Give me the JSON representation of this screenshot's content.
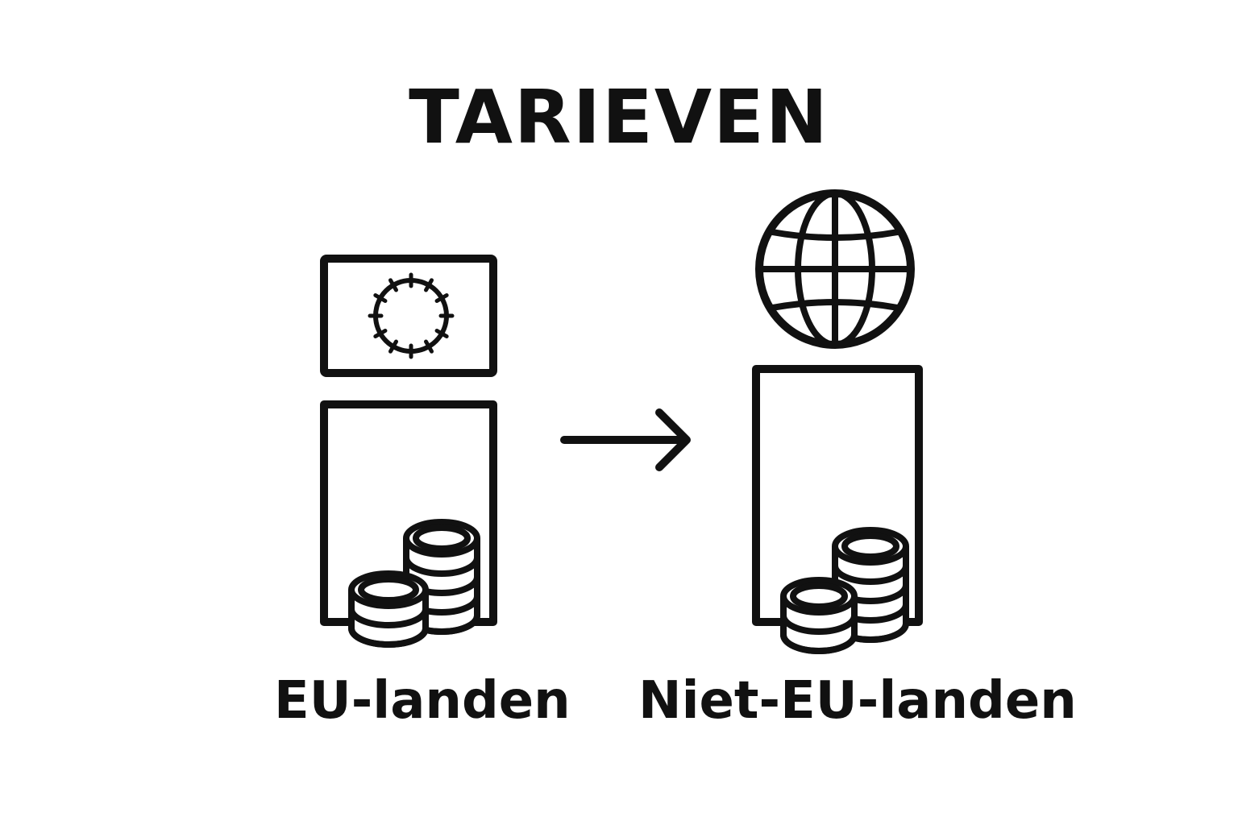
{
  "title": "TARIEVEN",
  "left": {
    "label": "EU-landen",
    "flag_icon": "eu-flag-icon",
    "coins_icon": "coin-stack-icon"
  },
  "right": {
    "label": "Niet-EU-landen",
    "globe_icon": "globe-icon",
    "coins_icon": "coin-stack-icon"
  },
  "connector_icon": "arrow-right-icon",
  "colors": {
    "ink": "#111111",
    "background": "#ffffff"
  }
}
